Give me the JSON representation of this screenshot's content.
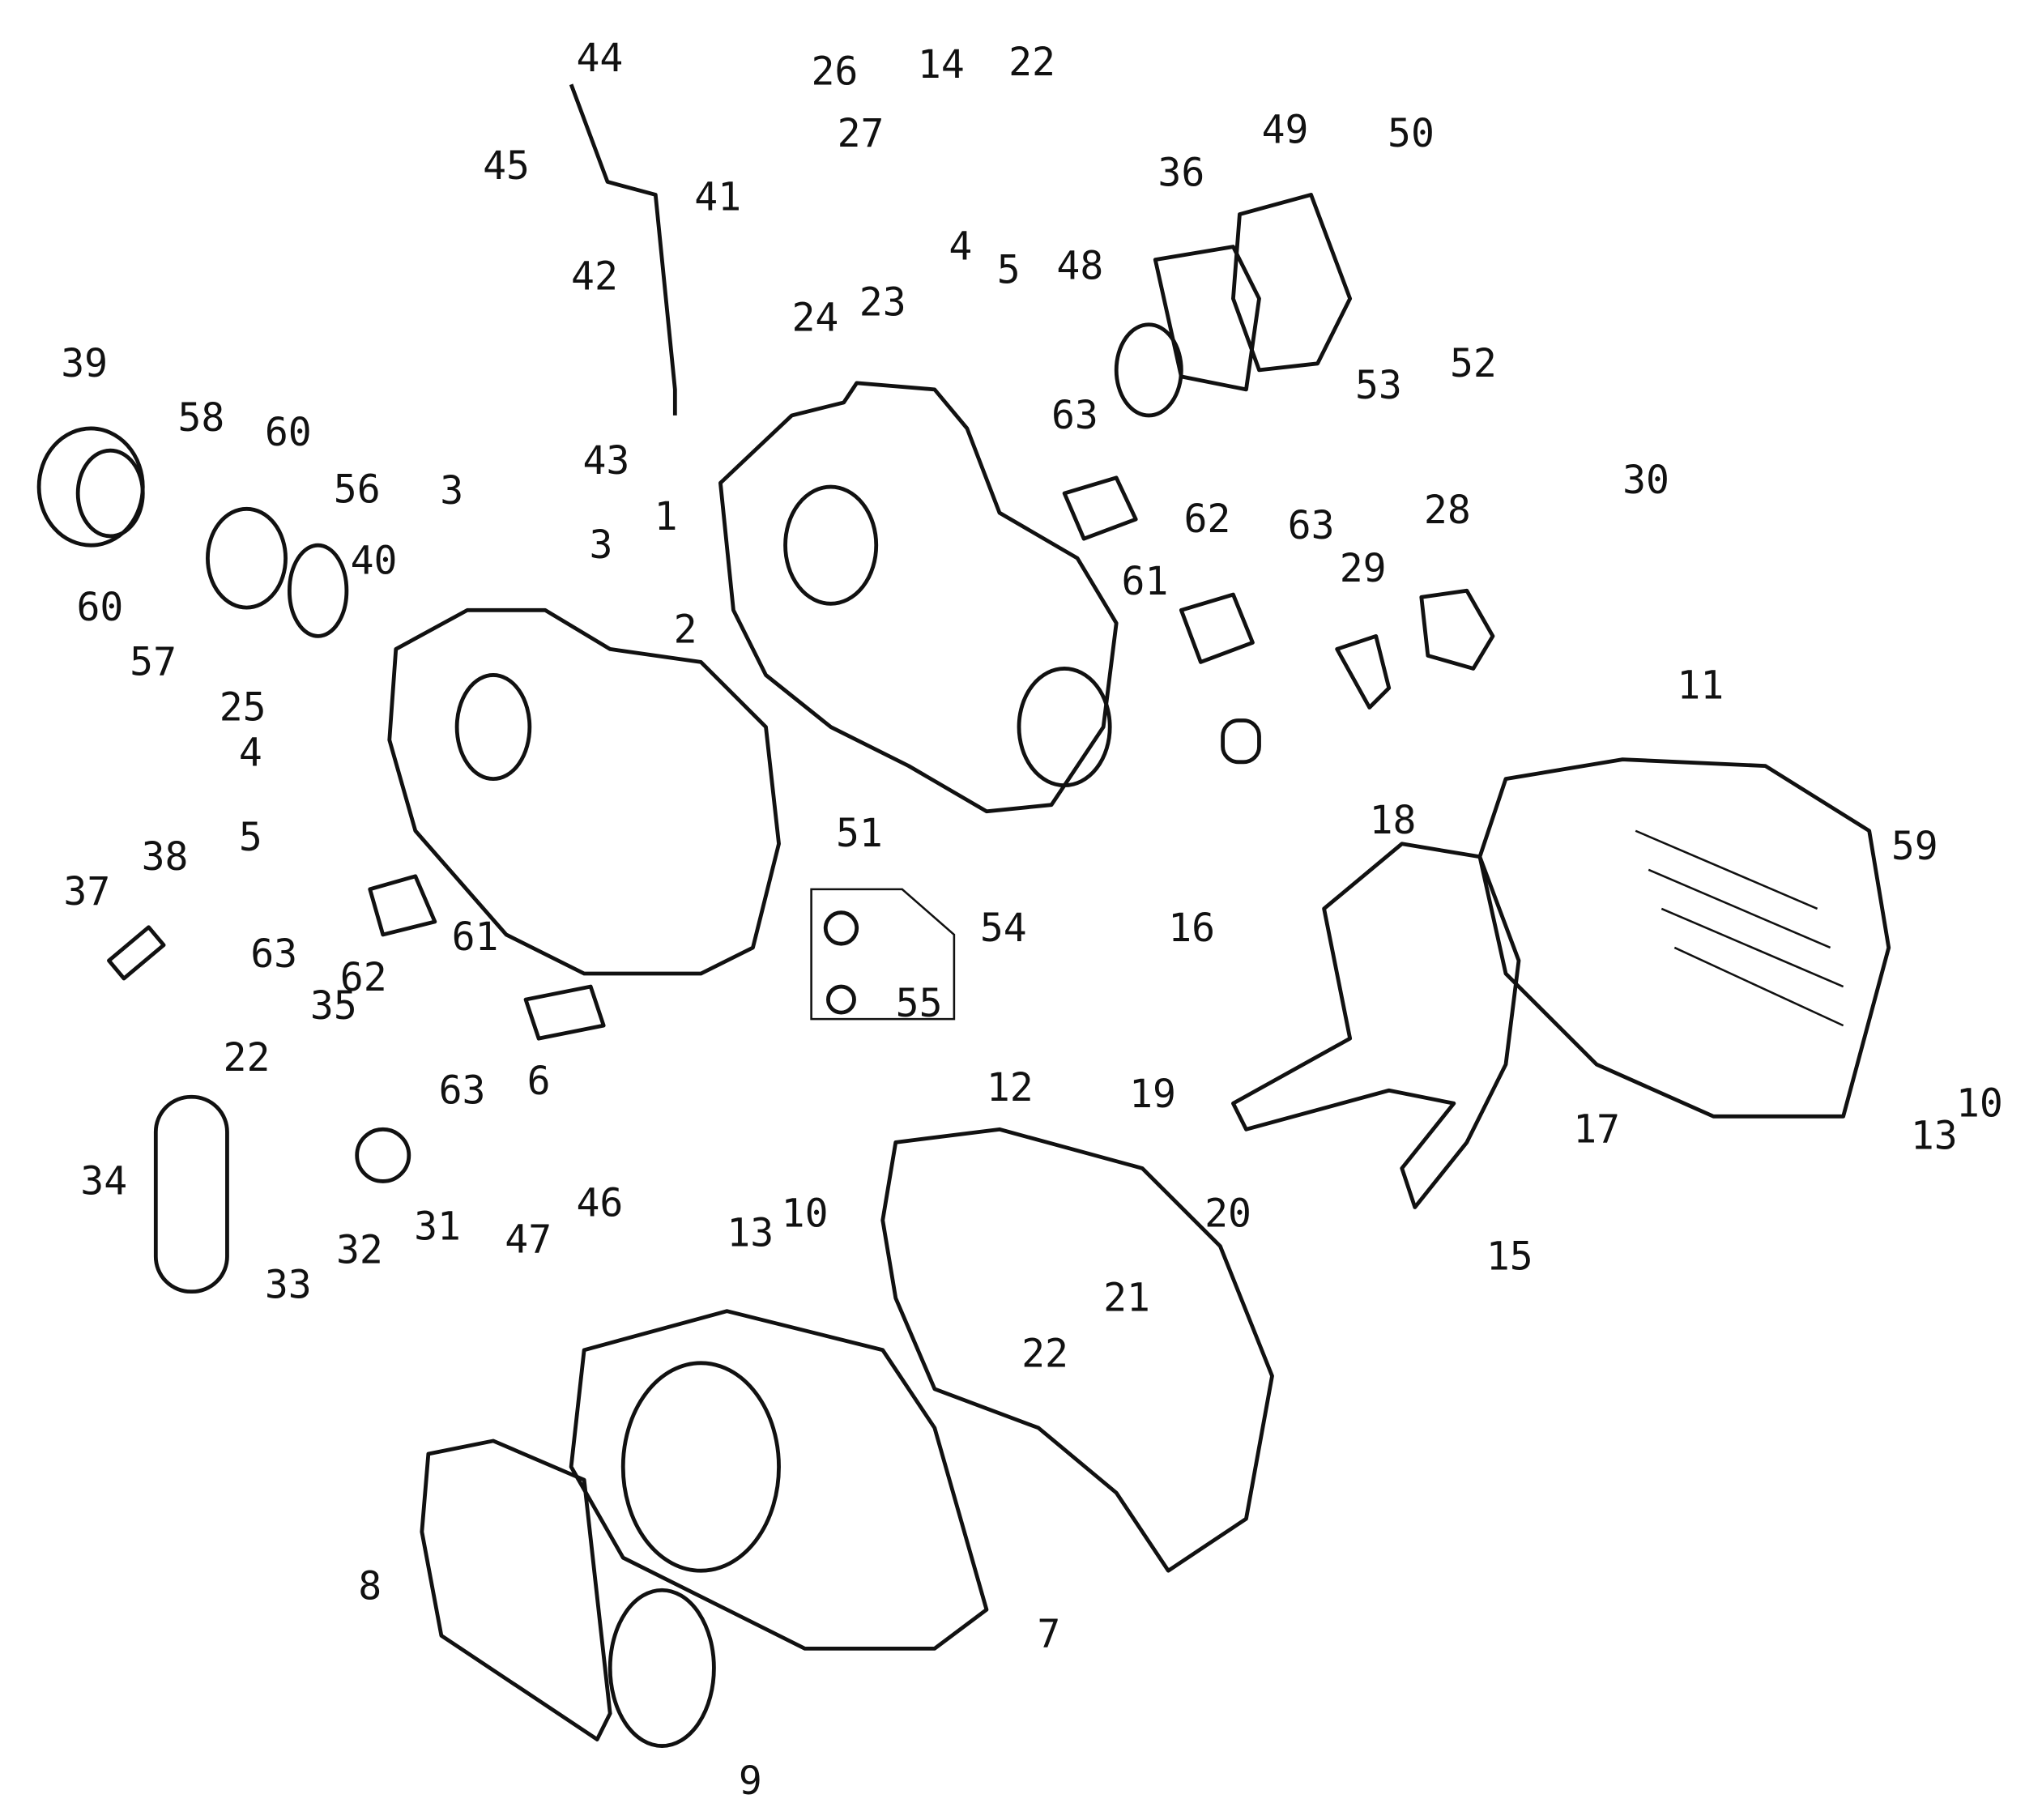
{
  "diagram": {
    "type": "exploded-parts-diagram",
    "callouts": [
      "44",
      "26",
      "14",
      "22",
      "27",
      "45",
      "41",
      "49",
      "50",
      "36",
      "4",
      "5",
      "48",
      "24",
      "23",
      "42",
      "39",
      "58",
      "60",
      "56",
      "53",
      "52",
      "63",
      "3",
      "43",
      "30",
      "62",
      "63",
      "28",
      "1",
      "40",
      "3",
      "29",
      "61",
      "60",
      "2",
      "57",
      "25",
      "11",
      "4",
      "51",
      "18",
      "5",
      "59",
      "37",
      "38",
      "54",
      "16",
      "63",
      "62",
      "61",
      "55",
      "35",
      "22",
      "63",
      "6",
      "12",
      "19",
      "17",
      "13",
      "10",
      "34",
      "31",
      "46",
      "47",
      "32",
      "33",
      "20",
      "21",
      "10",
      "13",
      "15",
      "22",
      "8",
      "7",
      "9"
    ]
  }
}
